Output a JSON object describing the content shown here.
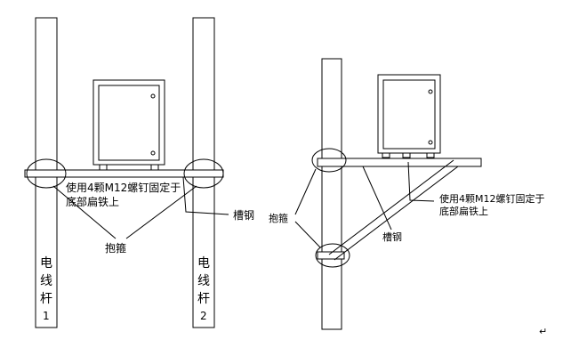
{
  "left_diagram": {
    "pole1_label": [
      "电",
      "线",
      "杆",
      "1"
    ],
    "pole2_label": [
      "电",
      "线",
      "杆",
      "2"
    ],
    "bolt_note_line1": "使用4颗M12螺钉固定于",
    "bolt_note_line2": "底部扁铁上",
    "clamp_label": "抱箍",
    "channel_label": "槽钢"
  },
  "right_diagram": {
    "bolt_note_line1": "使用4颗M12螺钉固定于",
    "bolt_note_line2": "底部扁铁上",
    "clamp_label": "抱箍",
    "channel_label": "槽钢"
  },
  "corner_mark": "↵"
}
